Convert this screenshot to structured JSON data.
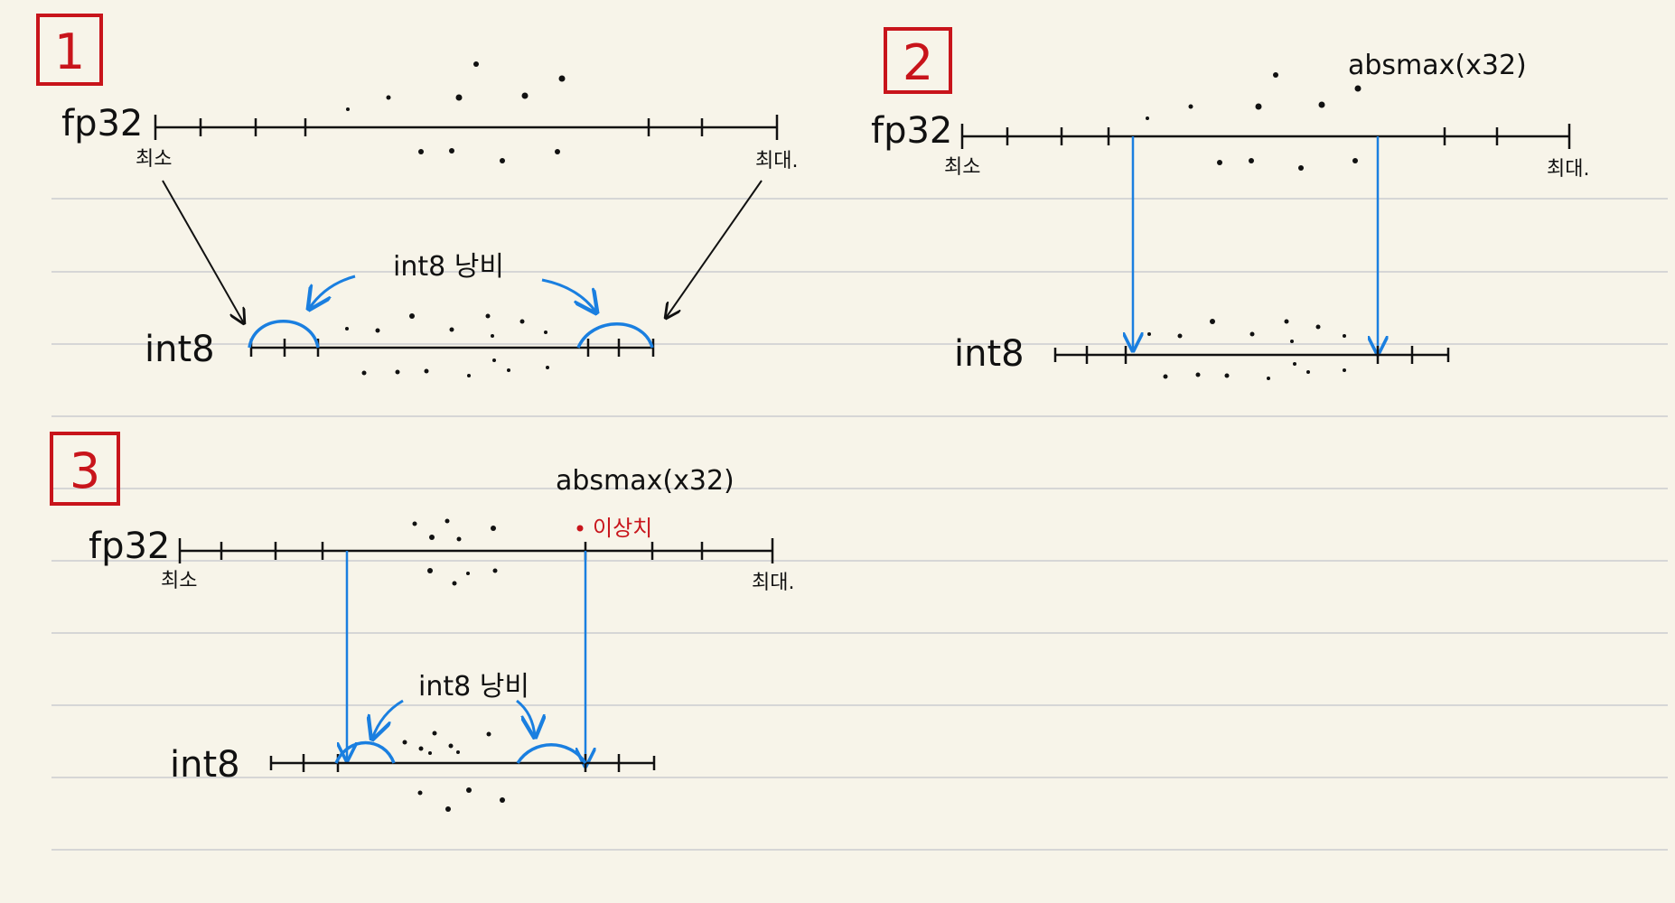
{
  "colors": {
    "background": "#f7f4e9",
    "ruled_line": "#d6d6d6",
    "ink": "#111111",
    "blue": "#1a7fe0",
    "red": "#c8141b"
  },
  "panels": [
    {
      "number": "1",
      "fp32_label": "fp32",
      "min_label": "최소",
      "max_label": "최대.",
      "int8_label": "int8",
      "waste_label": "int8 낭비"
    },
    {
      "number": "2",
      "fp32_label": "fp32",
      "min_label": "최소",
      "max_label": "최대.",
      "int8_label": "int8",
      "absmax_label": "absmax(x32)"
    },
    {
      "number": "3",
      "fp32_label": "fp32",
      "min_label": "최소",
      "max_label": "최대.",
      "int8_label": "int8",
      "absmax_label": "absmax(x32)",
      "outlier_label": "이상치",
      "waste_label": "int8 낭비"
    }
  ]
}
